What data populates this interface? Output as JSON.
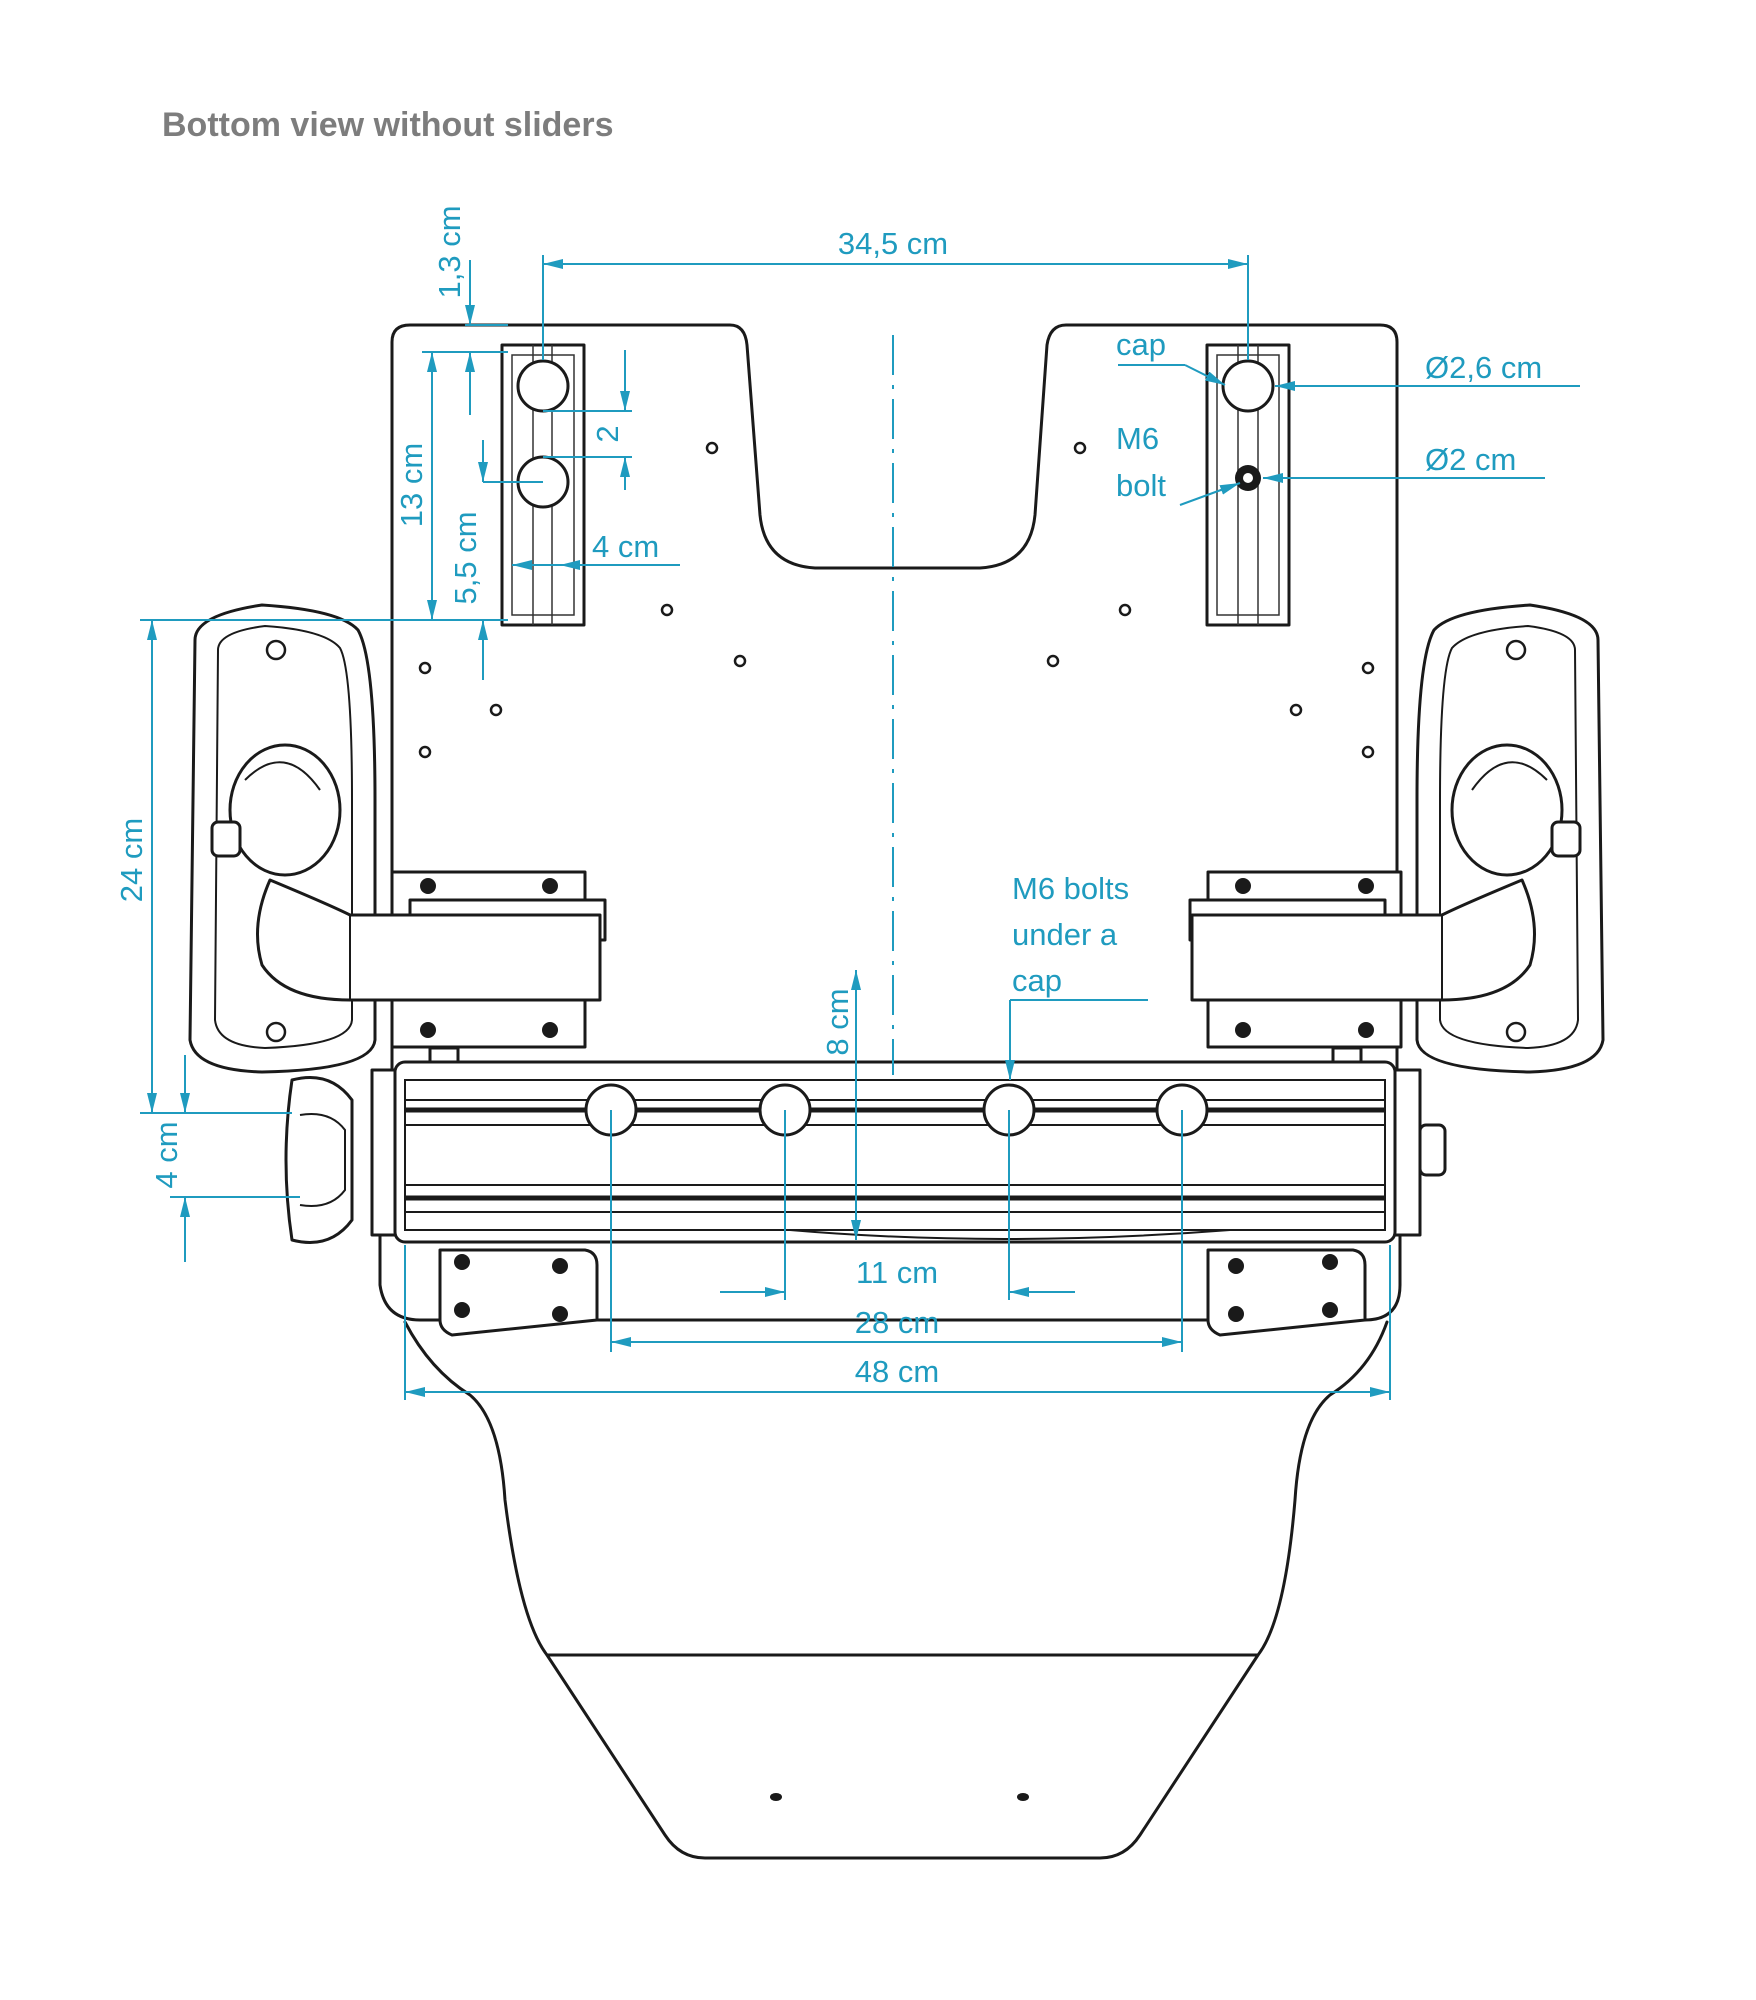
{
  "title": "Bottom view without sliders",
  "colors": {
    "dimension": "#1f9bbf",
    "title": "#7d7d7d",
    "outline": "#1a1a1a"
  },
  "dimensions": {
    "d_34_5": "34,5 cm",
    "d_1_3": "1,3 cm",
    "d_13": "13 cm",
    "d_5_5": "5,5 cm",
    "d_2": "2",
    "d_4a": "4 cm",
    "d_24": "24 cm",
    "d_4b": "4 cm",
    "d_8": "8 cm",
    "d_11": "11 cm",
    "d_28": "28 cm",
    "d_48": "48 cm",
    "dia_2_6": "Ø2,6 cm",
    "dia_2": "Ø2 cm"
  },
  "labels": {
    "cap": "cap",
    "m6_bolt_1": "M6",
    "m6_bolt_2": "bolt",
    "m6_bolts_1": "M6 bolts",
    "m6_bolts_2": "under a",
    "m6_bolts_3": "cap"
  }
}
